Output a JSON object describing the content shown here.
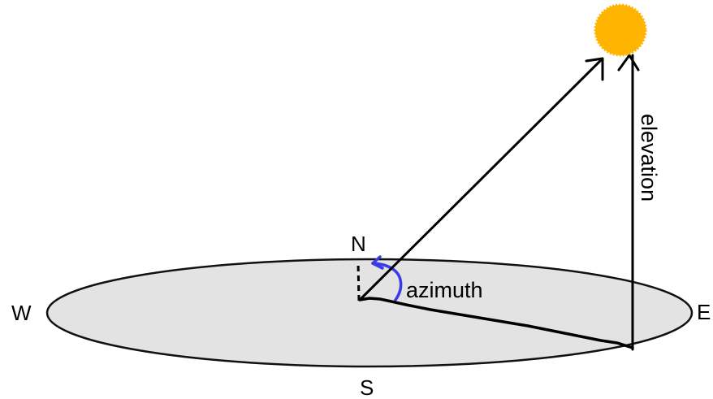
{
  "diagram": {
    "labels": {
      "north": "N",
      "south": "S",
      "east": "E",
      "west": "W",
      "azimuth": "azimuth",
      "elevation": "elevation"
    },
    "icons": {
      "sun": "sun-icon"
    },
    "colors": {
      "ground_fill": "#e3e3e3",
      "ground_stroke": "#111111",
      "lines": "#000000",
      "azimuth_arc": "#3a3ae8",
      "sun": "#ffb400"
    }
  }
}
